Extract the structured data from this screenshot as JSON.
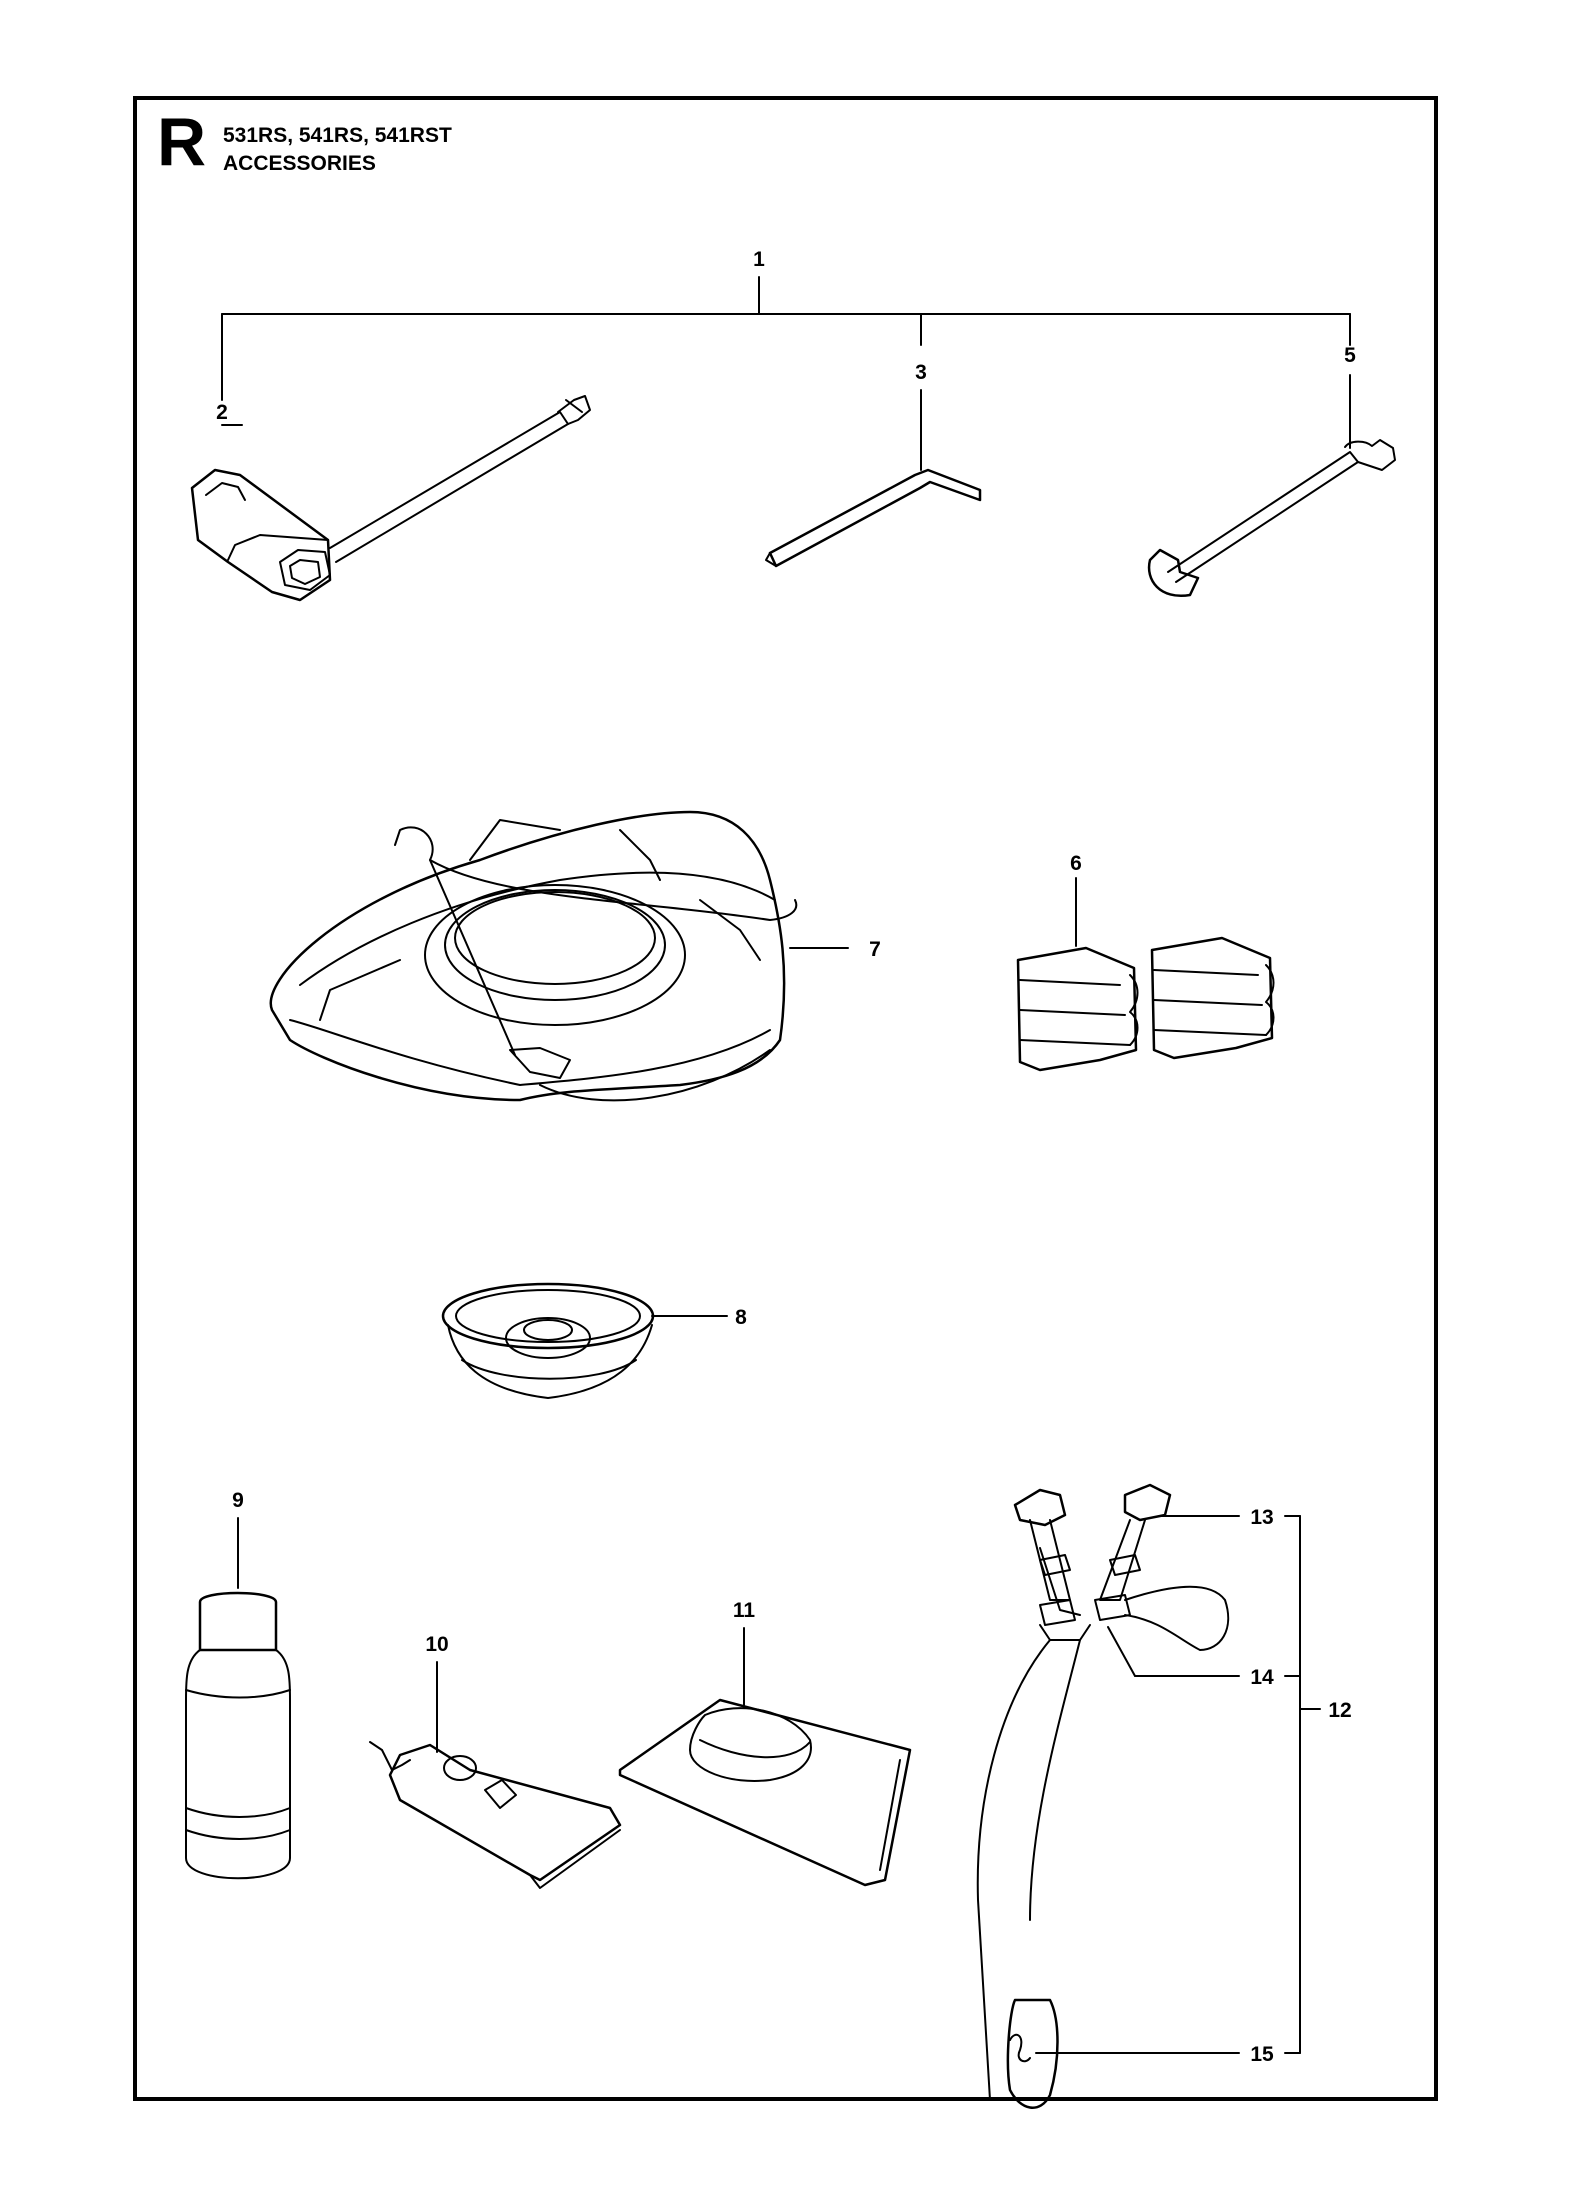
{
  "header": {
    "section": "R",
    "models": "531RS, 541RS, 541RST",
    "title": "ACCESSORIES"
  },
  "callouts": [
    "1",
    "2",
    "3",
    "5",
    "6",
    "7",
    "8",
    "9",
    "10",
    "11",
    "12",
    "13",
    "14",
    "15"
  ],
  "colors": {
    "line": "#000000",
    "background": "#ffffff"
  }
}
